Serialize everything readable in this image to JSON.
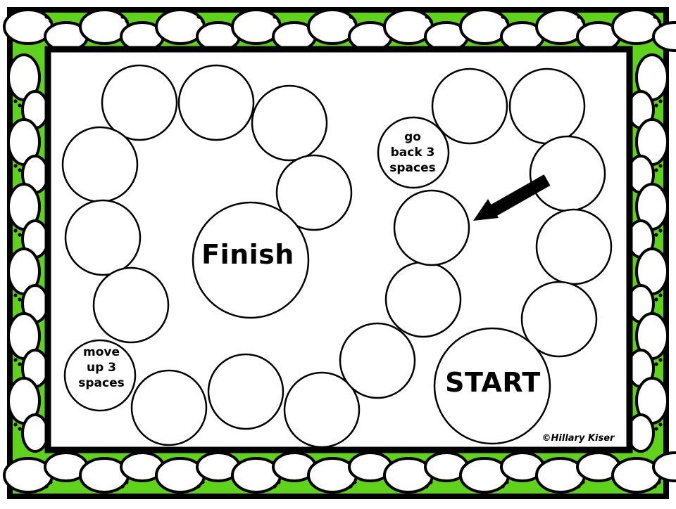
{
  "colors": {
    "border_green": "#5fd31c",
    "outline": "#000000",
    "board": "#ffffff"
  },
  "board": {
    "finish_label": "Finish",
    "start_label": "START",
    "move_up_label": [
      "move",
      "up 3",
      "spaces"
    ],
    "go_back_label": [
      "go",
      "back 3",
      "spaces"
    ],
    "credit": "©Hillary Kiser",
    "arrow_icon": "arrow-pointing-left-down"
  }
}
